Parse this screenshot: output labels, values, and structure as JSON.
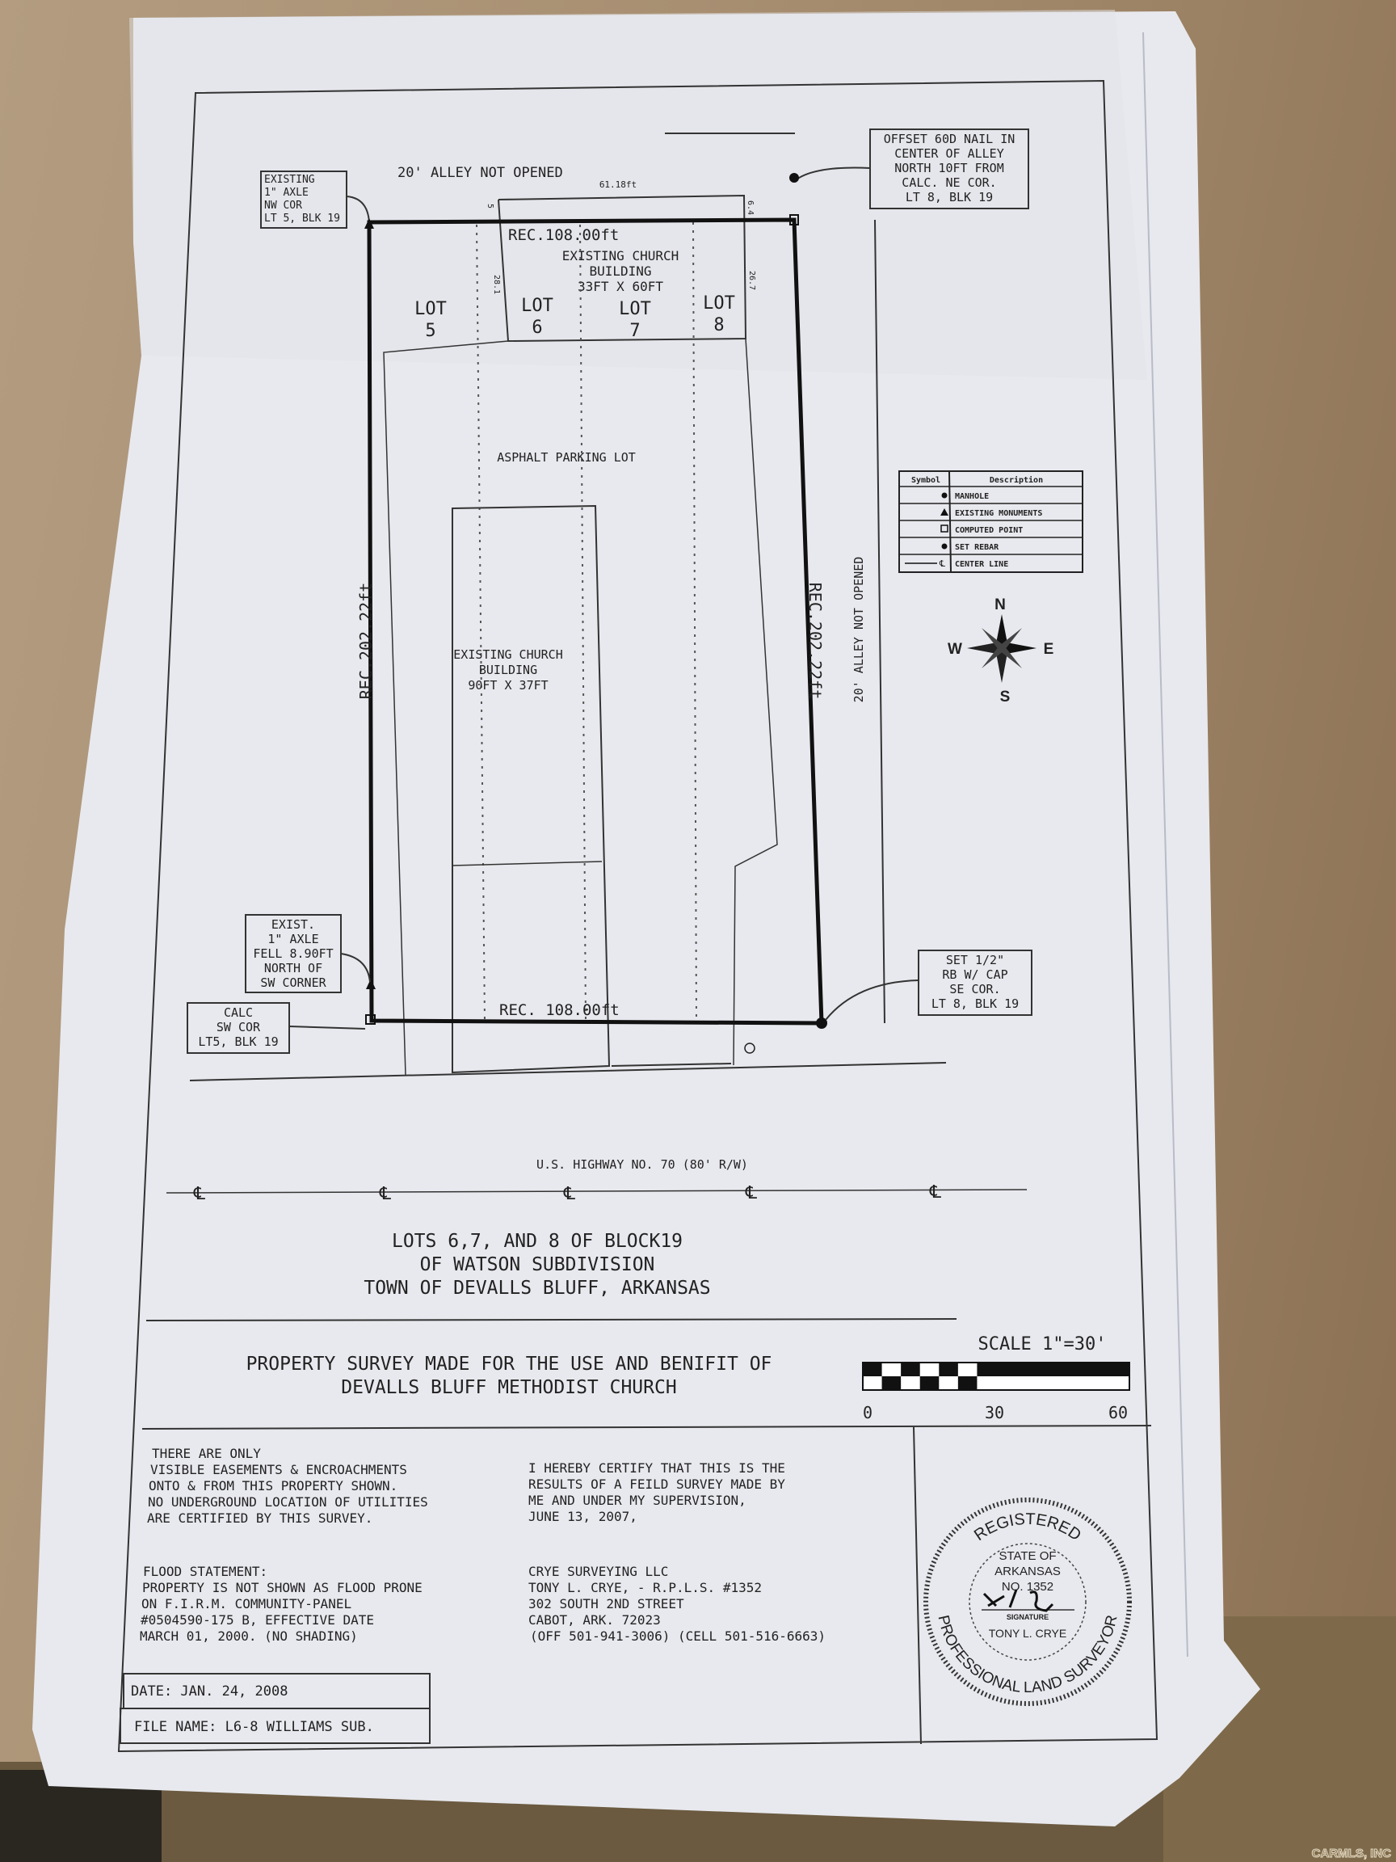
{
  "plat": {
    "alley_top": "20' ALLEY NOT OPENED",
    "alley_right": "20' ALLEY NOT OPENED",
    "nw_corner_note": [
      "EXISTING",
      "1\" AXLE",
      "NW COR",
      "LT 5, BLK 19"
    ],
    "ne_corner_note": [
      "OFFSET 60D NAIL IN",
      "CENTER OF ALLEY",
      "NORTH 10FT FROM",
      "CALC. NE COR.",
      "LT 8, BLK 19"
    ],
    "sw_axle_note": [
      "EXIST.",
      "1\" AXLE",
      "FELL 8.90FT",
      "NORTH OF",
      "SW CORNER"
    ],
    "sw_calc_note": [
      "CALC",
      "SW COR",
      "LT5, BLK 19"
    ],
    "se_corner_note": [
      "SET 1/2\"",
      "RB W/ CAP",
      "SE COR.",
      "LT 8, BLK 19"
    ],
    "north_dim": "REC.108.00ft",
    "south_dim": "REC. 108.00ft",
    "west_dim": "REC.202.22ft",
    "east_dim": "REC.202.22ft",
    "building_width_dim": "61.18ft",
    "small_dims": [
      "5",
      "6.4",
      "28.1",
      "26.7"
    ],
    "front_building": [
      "EXISTING CHURCH",
      "BUILDING",
      "33FT X 60FT"
    ],
    "rear_building": [
      "EXISTING CHURCH",
      "BUILDING",
      "90FT X 37FT"
    ],
    "lots": [
      {
        "label": "LOT",
        "num": "5"
      },
      {
        "label": "LOT",
        "num": "6"
      },
      {
        "label": "LOT",
        "num": "7"
      },
      {
        "label": "LOT",
        "num": "8"
      }
    ],
    "parking": "ASPHALT PARKING LOT",
    "highway": "U.S. HIGHWAY NO. 70 (80' R/W)",
    "centerline_symbol": "℄"
  },
  "legend": {
    "headers": [
      "Symbol",
      "Description"
    ],
    "rows": [
      {
        "symbol": "manhole",
        "description": "MANHOLE"
      },
      {
        "symbol": "triangle",
        "description": "EXISTING MONUMENTS"
      },
      {
        "symbol": "square",
        "description": "COMPUTED POINT"
      },
      {
        "symbol": "dot",
        "description": "SET REBAR"
      },
      {
        "symbol": "centerline",
        "description": "CENTER LINE"
      }
    ]
  },
  "compass": {
    "n": "N",
    "s": "S",
    "e": "E",
    "w": "W"
  },
  "title": {
    "lines": [
      "LOTS 6,7, AND 8 OF BLOCK19",
      "OF WATSON SUBDIVISION",
      "TOWN OF DEVALLS BLUFF, ARKANSAS"
    ],
    "purpose": [
      "PROPERTY SURVEY MADE FOR THE USE AND BENIFIT OF",
      "DEVALLS BLUFF METHODIST CHURCH"
    ]
  },
  "scale": {
    "label": "SCALE  1\"=30'",
    "ticks": [
      "0",
      "30",
      "60"
    ]
  },
  "notes": {
    "easements": [
      "THERE ARE ONLY",
      "VISIBLE EASEMENTS & ENCROACHMENTS",
      "ONTO & FROM THIS PROPERTY SHOWN.",
      "NO UNDERGROUND LOCATION OF UTILITIES",
      "ARE CERTIFIED BY THIS SURVEY."
    ],
    "certify": [
      "I HEREBY CERTIFY THAT THIS IS THE",
      "RESULTS OF A FEILD SURVEY MADE BY",
      "ME AND UNDER MY SUPERVISION,",
      "JUNE 13, 2007,"
    ],
    "flood": [
      "FLOOD STATEMENT:",
      "PROPERTY IS NOT SHOWN AS FLOOD PRONE",
      "ON F.I.R.M. COMMUNITY-PANEL",
      "#0504590-175 B, EFFECTIVE DATE",
      "MARCH 01, 2000. (NO SHADING)"
    ],
    "surveyor": [
      "CRYE SURVEYING LLC",
      "TONY L. CRYE, - R.P.L.S. #1352",
      "302 SOUTH 2ND STREET",
      "CABOT, ARK. 72023",
      "(OFF 501-941-3006)  (CELL 501-516-6663)"
    ],
    "date": "DATE:  JAN. 24, 2008",
    "file_name": "FILE NAME:  L6-8 WILLIAMS SUB."
  },
  "seal": {
    "outer_top": "REGISTERED",
    "outer_bottom": "PROFESSIONAL LAND SURVEYOR",
    "inner": [
      "STATE OF",
      "ARKANSAS",
      "NO. 1352"
    ],
    "signature_label": "SIGNATURE",
    "name": "TONY L. CRYE"
  },
  "watermark": "CARMLS, INC"
}
